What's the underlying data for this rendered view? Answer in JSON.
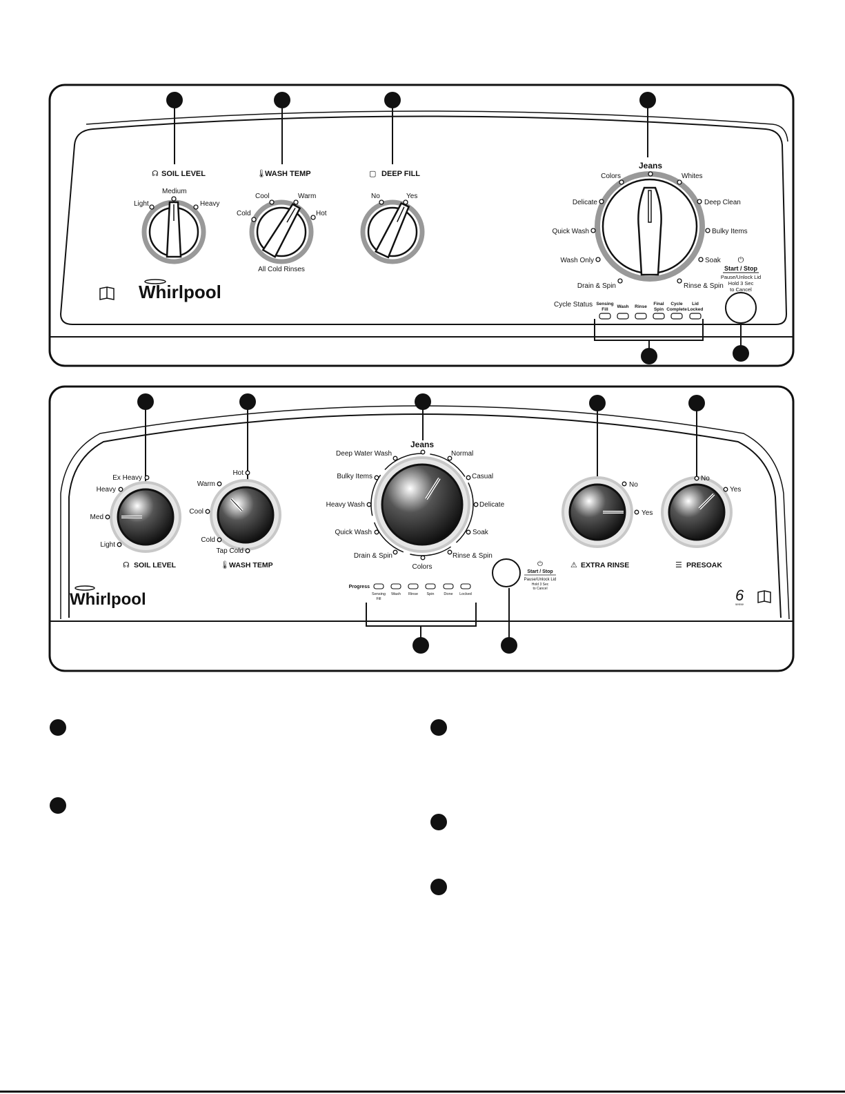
{
  "panel1": {
    "soil": {
      "title": "SOIL LEVEL",
      "labels": [
        "Light",
        "Medium",
        "Heavy"
      ]
    },
    "temp": {
      "title": "WASH TEMP",
      "labels": [
        "Cold",
        "Cool",
        "Warm",
        "Hot"
      ],
      "sub": "All Cold Rinses"
    },
    "fill": {
      "title": "DEEP FILL",
      "labels": [
        "No",
        "Yes"
      ]
    },
    "cycle": {
      "top": "Jeans",
      "labels": [
        "Colors",
        "Whites",
        "Delicate",
        "Deep Clean",
        "Quick Wash",
        "Bulky Items",
        "Wash Only",
        "Soak",
        "Drain & Spin",
        "Rinse & Spin"
      ]
    },
    "start": {
      "title": "Start / Stop",
      "line1": "Pause/Unlock Lid",
      "line2": "Hold 3 Sec",
      "line3": "to Cancel"
    },
    "status": {
      "title": "Cycle Status",
      "items": [
        {
          "l1": "Sensing",
          "l2": "Fill"
        },
        {
          "l1": "Wash",
          "l2": ""
        },
        {
          "l1": "Rinse",
          "l2": ""
        },
        {
          "l1": "Final",
          "l2": "Spin"
        },
        {
          "l1": "Cycle",
          "l2": "Complete"
        },
        {
          "l1": "Lid",
          "l2": "Locked"
        }
      ]
    },
    "brand": "Whirlpool"
  },
  "panel2": {
    "soil": {
      "title": "SOIL LEVEL",
      "labels": [
        "Ex Heavy",
        "Heavy",
        "Med",
        "Light"
      ]
    },
    "temp": {
      "title": "WASH TEMP",
      "labels": [
        "Hot",
        "Warm",
        "Cool",
        "Cold",
        "Tap Cold"
      ]
    },
    "cycle": {
      "top": "Jeans",
      "bottom": "Colors",
      "labels": [
        "Deep Water Wash",
        "Normal",
        "Bulky Items",
        "Casual",
        "Heavy Wash",
        "Delicate",
        "Quick Wash",
        "Soak",
        "Drain & Spin",
        "Rinse & Spin"
      ]
    },
    "rinse": {
      "title": "EXTRA RINSE",
      "labels": [
        "No",
        "Yes"
      ]
    },
    "presoak": {
      "title": "PRESOAK",
      "labels": [
        "No",
        "Yes"
      ]
    },
    "start": {
      "title": "Start / Stop",
      "line1": "Pause/Unlock Lid",
      "line2": "Hold 3 Sec",
      "line3": "to Cancel"
    },
    "progress": {
      "title": "Progress",
      "items": [
        {
          "l1": "Sensing",
          "l2": "Fill"
        },
        {
          "l1": "Wash",
          "l2": ""
        },
        {
          "l1": "Rinse",
          "l2": ""
        },
        {
          "l1": "Spin",
          "l2": ""
        },
        {
          "l1": "Done",
          "l2": ""
        },
        {
          "l1": "Locked",
          "l2": ""
        }
      ]
    },
    "sense": {
      "number": "6",
      "word": "sense"
    },
    "brand": "Whirlpool"
  }
}
